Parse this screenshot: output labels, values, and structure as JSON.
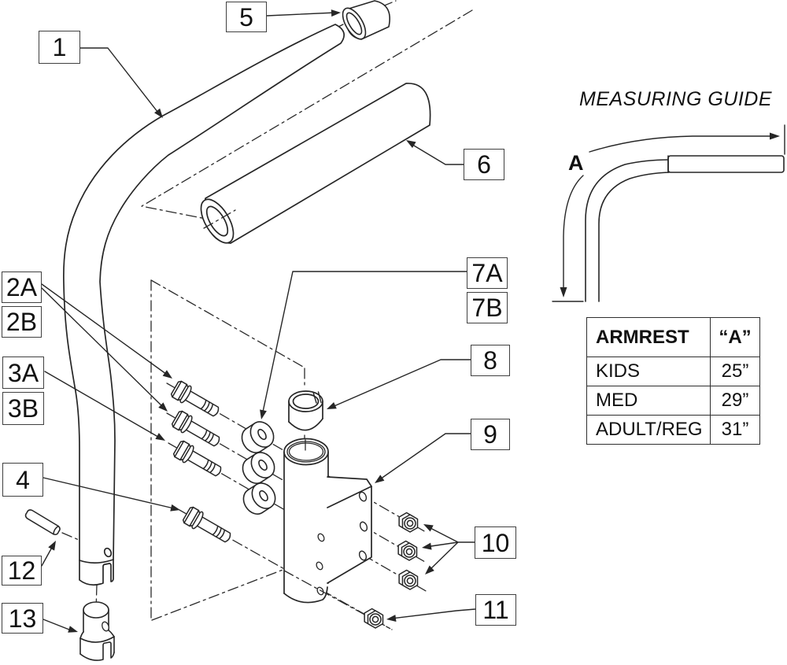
{
  "callouts": {
    "c1": "1",
    "c2a": "2A",
    "c2b": "2B",
    "c3a": "3A",
    "c3b": "3B",
    "c4": "4",
    "c5": "5",
    "c6": "6",
    "c7a": "7A",
    "c7b": "7B",
    "c8": "8",
    "c9": "9",
    "c10": "10",
    "c11": "11",
    "c12": "12",
    "c13": "13"
  },
  "measuring_guide": {
    "title": "MEASURING GUIDE",
    "dimension_label": "A"
  },
  "size_table": {
    "col1_header": "ARMREST",
    "col2_header": "“A”",
    "rows": [
      {
        "name": "KIDS",
        "value": "25”"
      },
      {
        "name": "MED",
        "value": "29”"
      },
      {
        "name": "ADULT/REG",
        "value": "31”"
      }
    ]
  }
}
